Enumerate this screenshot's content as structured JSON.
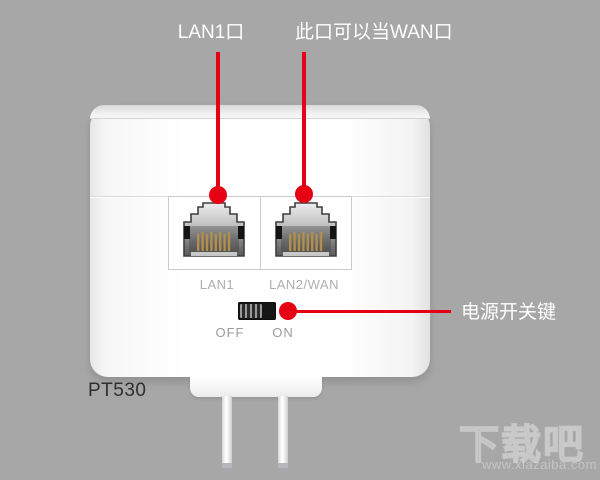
{
  "colors": {
    "background": "#a7a7a7",
    "accent_red": "#e60014",
    "device_body": "#ffffff"
  },
  "callouts": {
    "lan1": "LAN1口",
    "wan": "此口可以当WAN口",
    "power": "电源开关键"
  },
  "device": {
    "model": "PT530",
    "ports": [
      {
        "label": "LAN1"
      },
      {
        "label": "LAN2/WAN"
      }
    ],
    "power_switch": {
      "off": "OFF",
      "on": "ON"
    }
  },
  "watermark": {
    "title": "下载吧",
    "url": "www.xiazaiba.com"
  }
}
